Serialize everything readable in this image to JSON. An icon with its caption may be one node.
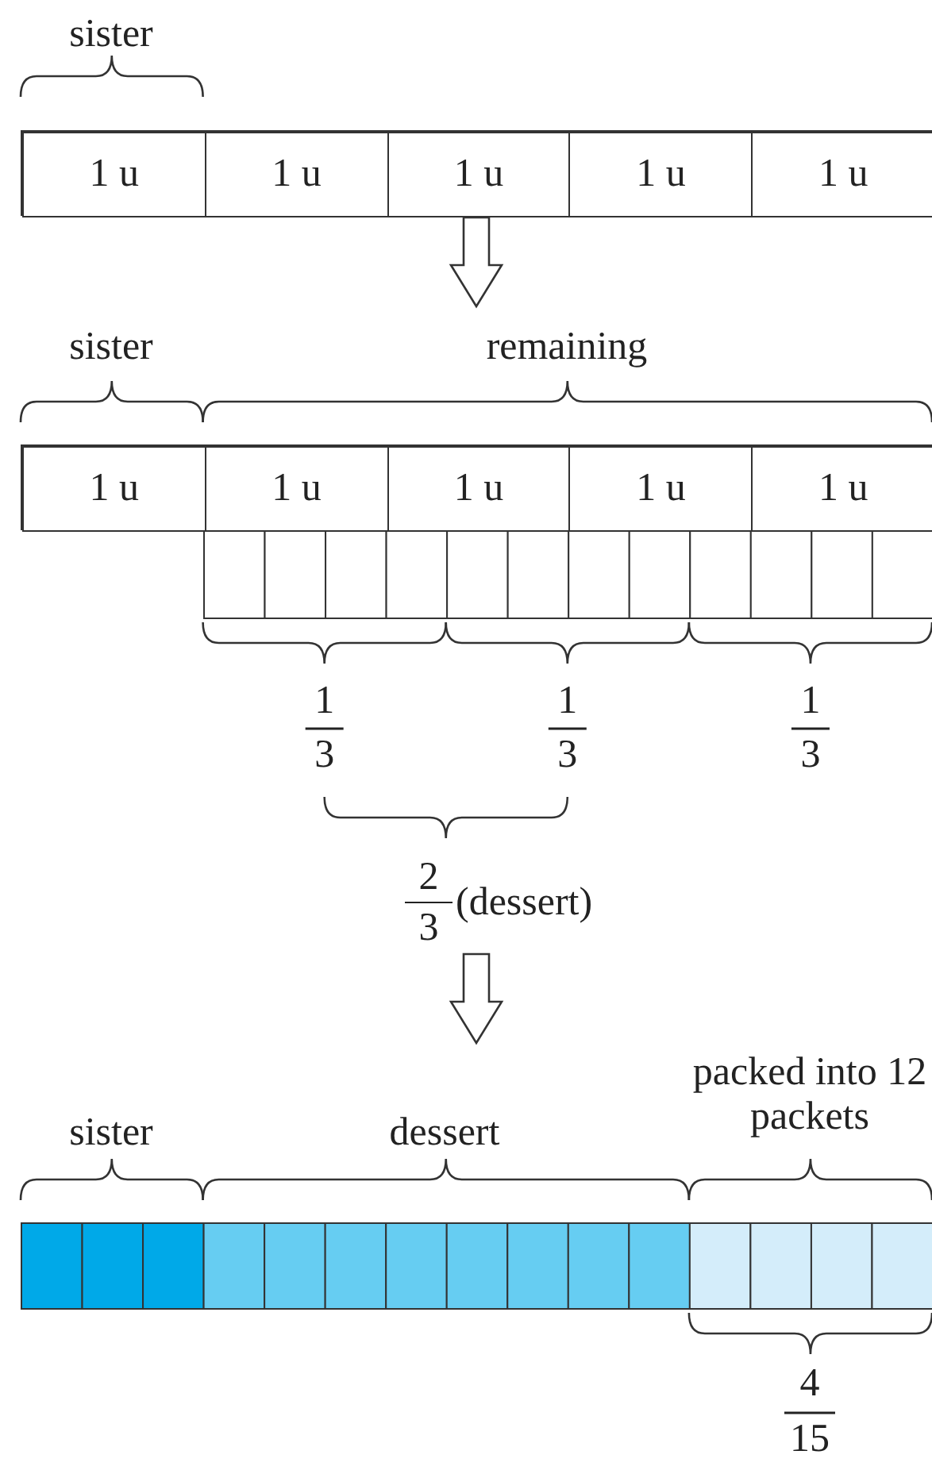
{
  "diagram": {
    "nodes": [
      {
        "text": [],
        "shape": "bar"
      },
      {
        "text": [
          "1 u"
        ],
        "in": 0
      },
      {
        "text": [
          "1 u"
        ],
        "in": 0
      },
      {
        "text": [
          "1 u"
        ],
        "in": 0
      },
      {
        "text": [
          "1 u"
        ],
        "in": 0
      },
      {
        "text": [
          "1 u"
        ],
        "in": 0
      },
      {
        "text": [],
        "shape": "bar"
      },
      {
        "text": [
          "1 u"
        ],
        "in": 6
      },
      {
        "text": [
          "1 u"
        ],
        "in": 6
      },
      {
        "text": [
          "1 u"
        ],
        "in": 6
      },
      {
        "text": [
          "1 u"
        ],
        "in": 6
      },
      {
        "text": [
          "1 u"
        ],
        "in": 6
      },
      {
        "text": [],
        "shape": "bar"
      },
      {
        "text": [
          "2",
          "3",
          "(dessert)"
        ]
      },
      {
        "text": [],
        "shape": "bar"
      }
    ],
    "edges": [
      {
        "from": 0,
        "to": null,
        "arrow": "to"
      },
      {
        "from": 13,
        "to": null,
        "arrow": "to"
      }
    ],
    "labels": [
      "sister",
      "sister",
      "remaining",
      "1",
      "1",
      "1",
      "3",
      "3",
      "3",
      "packed into 12 packets",
      "sister",
      "dessert",
      "4",
      "15"
    ]
  }
}
